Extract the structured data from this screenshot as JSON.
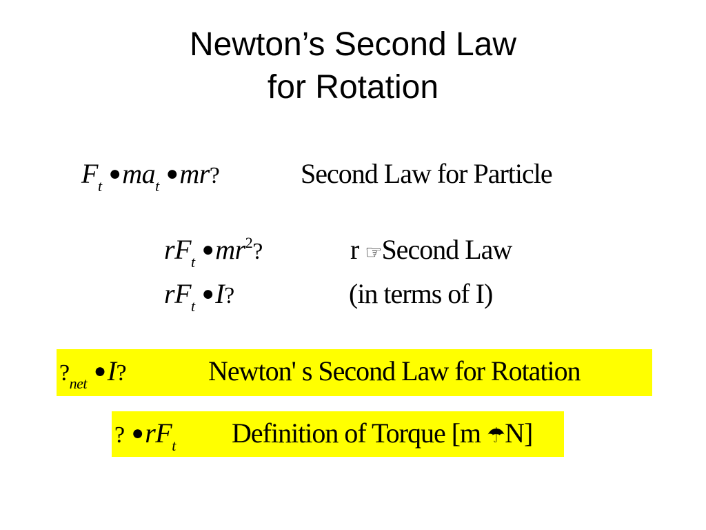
{
  "title": {
    "line1": "Newton’s Second Law",
    "line2": "for Rotation"
  },
  "equations": {
    "particle": {
      "lhs": "F",
      "lhs_sub": "t",
      "eq1": "●",
      "mid": "ma",
      "mid_sub": "t",
      "eq2": "●",
      "rhs": "mr",
      "rhs_glyph": "?",
      "description": "Second Law for Particle"
    },
    "r_times": {
      "lhs": "rF",
      "lhs_sub": "t",
      "eq": "●",
      "rhs": "mr",
      "rhs_sup": "2",
      "rhs_glyph": "?",
      "description_prefix": "r",
      "description_symbol": "☞",
      "description": "Second Law"
    },
    "in_terms_of_I": {
      "lhs": "rF",
      "lhs_sub": "t",
      "eq": "●",
      "rhs": "I",
      "rhs_glyph": "?",
      "description": "(in terms  of  I)"
    },
    "newton_rotation": {
      "lhs_glyph": "?",
      "lhs_sub": "net",
      "eq": "●",
      "rhs": "I",
      "rhs_glyph": "?",
      "description": "Newton' s Second Law for Rotation"
    },
    "torque_definition": {
      "lhs_glyph": "?",
      "eq": "●",
      "rhs": "rF",
      "rhs_sub": "t",
      "description": "Definition   of  Torque [m",
      "description_symbol": "☂",
      "description_end": "N]"
    }
  },
  "colors": {
    "highlight": "#ffff00",
    "text": "#000000",
    "background": "#ffffff"
  }
}
